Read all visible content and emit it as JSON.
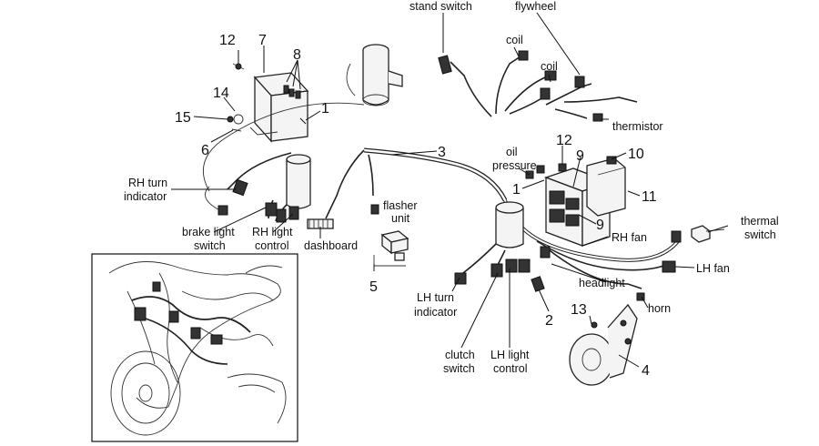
{
  "labels": {
    "stand_switch": "stand switch",
    "flywheel": "flywheel",
    "coil_a": "coil",
    "coil_b": "coil",
    "thermistor": "thermistor",
    "oil_pressure_1": "oil",
    "oil_pressure_2": "pressure",
    "rh_turn_1": "RH turn",
    "rh_turn_2": "indicator",
    "flasher_1": "flasher",
    "flasher_2": "unit",
    "brake_1": "brake light",
    "brake_2": "switch",
    "rh_light_1": "RH light",
    "rh_light_2": "control",
    "dashboard": "dashboard",
    "rh_fan": "RH fan",
    "thermal_1": "thermal",
    "thermal_2": "switch",
    "lh_fan": "LH fan",
    "headlight": "headlight",
    "horn": "horn",
    "lh_turn_1": "LH turn",
    "lh_turn_2": "indicator",
    "clutch_1": "clutch",
    "clutch_2": "switch",
    "lh_light_1": "LH light",
    "lh_light_2": "control"
  },
  "numbers": {
    "n12a": "12",
    "n7": "7",
    "n8": "8",
    "n14": "14",
    "n15": "15",
    "n6": "6",
    "n1a": "1",
    "n3": "3",
    "n12b": "12",
    "n9a": "9",
    "n10": "10",
    "n11": "11",
    "n1b": "1",
    "n9b": "9",
    "n5": "5",
    "n2": "2",
    "n13": "13",
    "n4": "4"
  }
}
